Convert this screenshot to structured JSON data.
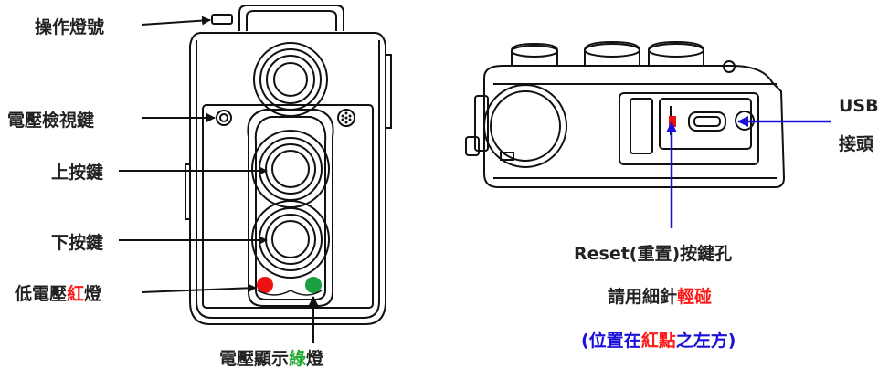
{
  "labels": {
    "op_light": "操作燈號",
    "voltage_check_key": "電壓檢視鍵",
    "up_key": "上按鍵",
    "down_key": "下按鍵",
    "low_voltage_prefix": "低電壓",
    "low_voltage_red": "紅",
    "low_voltage_suffix": "燈",
    "voltage_display_prefix": "電壓顯示",
    "voltage_display_green": "綠",
    "voltage_display_suffix": "燈",
    "usb_line1": "USB",
    "usb_line2": "接頭",
    "reset_line": "Reset(重置)按鍵孔",
    "needle_prefix": "請用細針",
    "needle_red": "輕碰",
    "position_open": "(位置在",
    "position_red": "紅點",
    "position_close": "之左方)"
  },
  "colors": {
    "red_led": "#ee1111",
    "green_led": "#1aa040",
    "blue_arrow": "#1a10d8",
    "outline": "#111111"
  }
}
